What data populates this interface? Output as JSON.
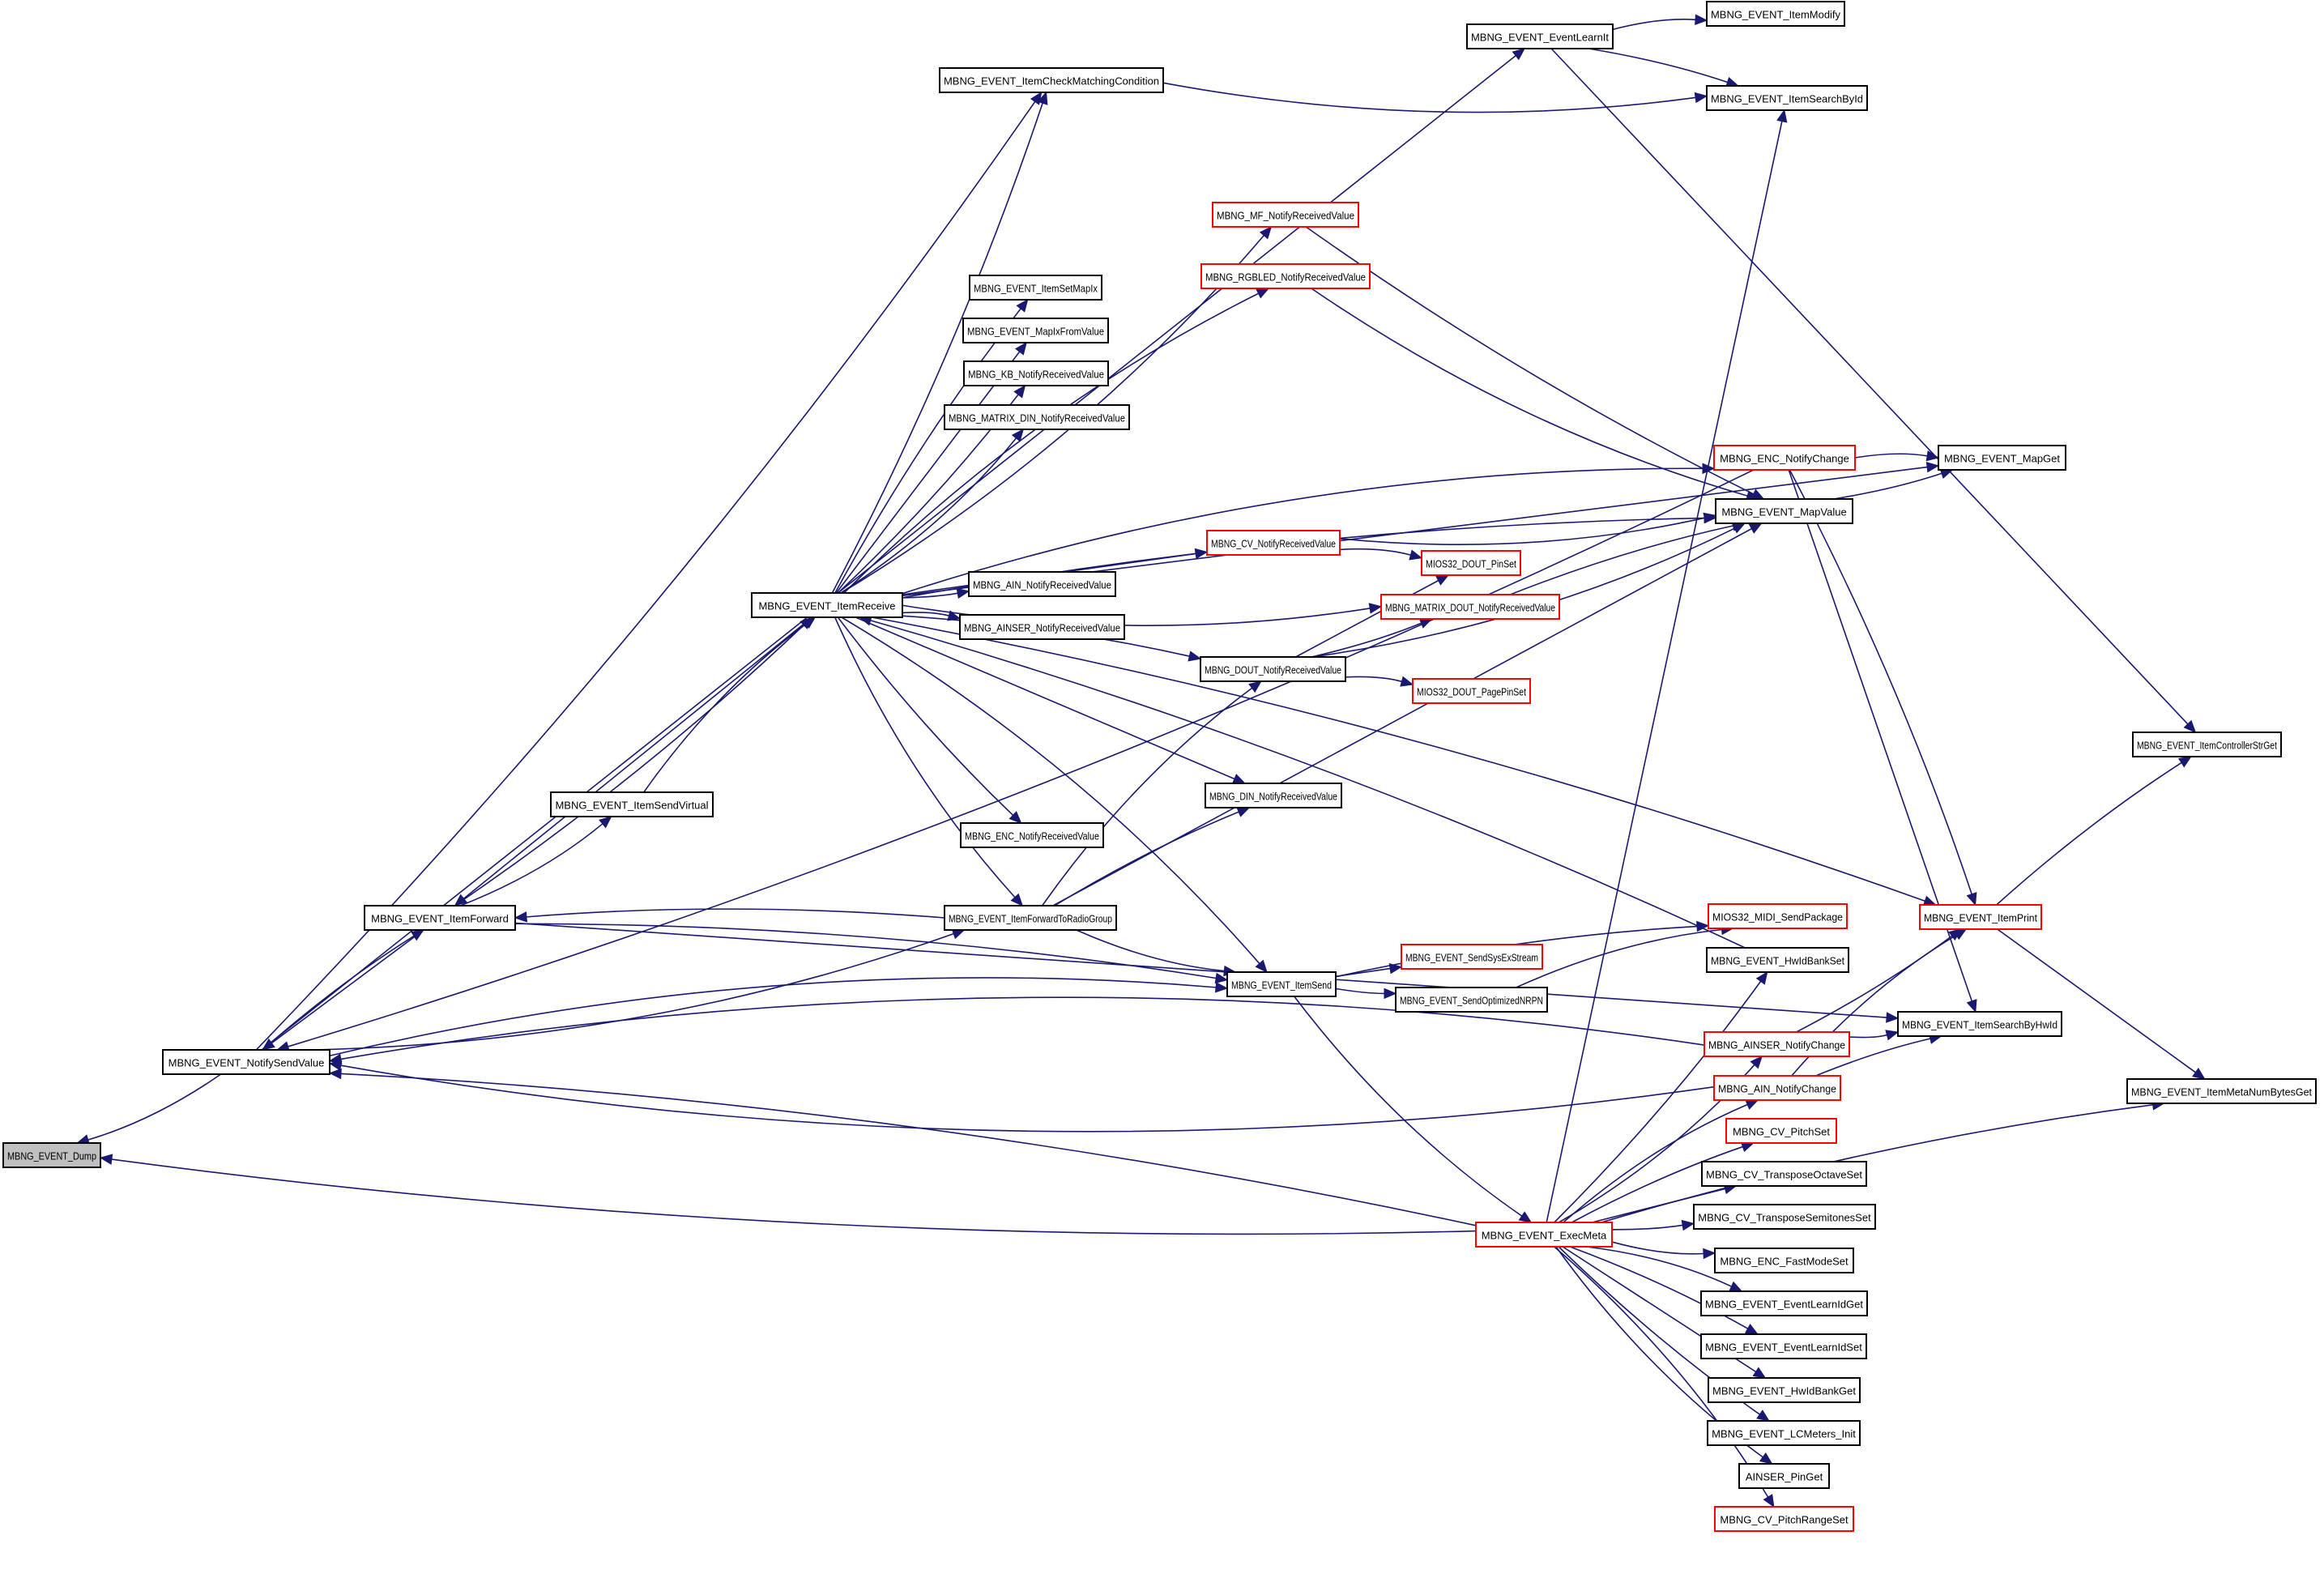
{
  "diagram": {
    "type": "call-graph",
    "colors": {
      "edge": "#191970",
      "normal_border": "#000000",
      "truncated_border": "#ff0000",
      "root_fill": "#bfbfbf"
    },
    "nodes": [
      {
        "id": "dump",
        "label": "MBNG_EVENT_Dump",
        "style": "root"
      },
      {
        "id": "notifysend",
        "label": "MBNG_EVENT_NotifySendValue",
        "style": "normal"
      },
      {
        "id": "forward",
        "label": "MBNG_EVENT_ItemForward",
        "style": "normal"
      },
      {
        "id": "sendvirtual",
        "label": "MBNG_EVENT_ItemSendVirtual",
        "style": "normal"
      },
      {
        "id": "receive",
        "label": "MBNG_EVENT_ItemReceive",
        "style": "normal"
      },
      {
        "id": "checkmatch",
        "label": "MBNG_EVENT_ItemCheckMatchingCondition",
        "style": "normal"
      },
      {
        "id": "eventlearn",
        "label": "MBNG_EVENT_EventLearnIt",
        "style": "normal"
      },
      {
        "id": "itemmodify",
        "label": "MBNG_EVENT_ItemModify",
        "style": "normal"
      },
      {
        "id": "searchbyid",
        "label": "MBNG_EVENT_ItemSearchById",
        "style": "normal"
      },
      {
        "id": "mf",
        "label": "MBNG_MF_NotifyReceivedValue",
        "style": "red"
      },
      {
        "id": "rgbled",
        "label": "MBNG_RGBLED_NotifyReceivedValue",
        "style": "red"
      },
      {
        "id": "setmapix",
        "label": "MBNG_EVENT_ItemSetMapIx",
        "style": "normal"
      },
      {
        "id": "mapixfrom",
        "label": "MBNG_EVENT_MapIxFromValue",
        "style": "normal"
      },
      {
        "id": "kb",
        "label": "MBNG_KB_NotifyReceivedValue",
        "style": "normal"
      },
      {
        "id": "matrixdin",
        "label": "MBNG_MATRIX_DIN_NotifyReceivedValue",
        "style": "normal"
      },
      {
        "id": "encchange",
        "label": "MBNG_ENC_NotifyChange",
        "style": "red"
      },
      {
        "id": "mapget",
        "label": "MBNG_EVENT_MapGet",
        "style": "normal"
      },
      {
        "id": "mapvalue",
        "label": "MBNG_EVENT_MapValue",
        "style": "normal"
      },
      {
        "id": "cvrecv",
        "label": "MBNG_CV_NotifyReceivedValue",
        "style": "red"
      },
      {
        "id": "doutpinset",
        "label": "MIOS32_DOUT_PinSet",
        "style": "red"
      },
      {
        "id": "ainrecv",
        "label": "MBNG_AIN_NotifyReceivedValue",
        "style": "normal"
      },
      {
        "id": "matrixdout",
        "label": "MBNG_MATRIX_DOUT_NotifyReceivedValue",
        "style": "red"
      },
      {
        "id": "ainserrecv",
        "label": "MBNG_AINSER_NotifyReceivedValue",
        "style": "normal"
      },
      {
        "id": "doutrecv",
        "label": "MBNG_DOUT_NotifyReceivedValue",
        "style": "normal"
      },
      {
        "id": "pagepinset",
        "label": "MIOS32_DOUT_PagePinSet",
        "style": "red"
      },
      {
        "id": "controllerstr",
        "label": "MBNG_EVENT_ItemControllerStrGet",
        "style": "normal"
      },
      {
        "id": "dinrecv",
        "label": "MBNG_DIN_NotifyReceivedValue",
        "style": "normal"
      },
      {
        "id": "encrecv",
        "label": "MBNG_ENC_NotifyReceivedValue",
        "style": "normal"
      },
      {
        "id": "radiogroup",
        "label": "MBNG_EVENT_ItemForwardToRadioGroup",
        "style": "normal"
      },
      {
        "id": "midisend",
        "label": "MIOS32_MIDI_SendPackage",
        "style": "red"
      },
      {
        "id": "itemprint",
        "label": "MBNG_EVENT_ItemPrint",
        "style": "red"
      },
      {
        "id": "sysex",
        "label": "MBNG_EVENT_SendSysExStream",
        "style": "red"
      },
      {
        "id": "hwidbankset",
        "label": "MBNG_EVENT_HwIdBankSet",
        "style": "normal"
      },
      {
        "id": "itemsend",
        "label": "MBNG_EVENT_ItemSend",
        "style": "normal"
      },
      {
        "id": "nrpn",
        "label": "MBNG_EVENT_SendOptimizedNRPN",
        "style": "normal"
      },
      {
        "id": "ainserchange",
        "label": "MBNG_AINSER_NotifyChange",
        "style": "red"
      },
      {
        "id": "searchbyhwid",
        "label": "MBNG_EVENT_ItemSearchByHwId",
        "style": "normal"
      },
      {
        "id": "ainchange",
        "label": "MBNG_AIN_NotifyChange",
        "style": "red"
      },
      {
        "id": "metanumbytes",
        "label": "MBNG_EVENT_ItemMetaNumBytesGet",
        "style": "normal"
      },
      {
        "id": "pitchset",
        "label": "MBNG_CV_PitchSet",
        "style": "red"
      },
      {
        "id": "transoct",
        "label": "MBNG_CV_TransposeOctaveSet",
        "style": "normal"
      },
      {
        "id": "execmeta",
        "label": "MBNG_EVENT_ExecMeta",
        "style": "red"
      },
      {
        "id": "transsemi",
        "label": "MBNG_CV_TransposeSemitonesSet",
        "style": "normal"
      },
      {
        "id": "fastmode",
        "label": "MBNG_ENC_FastModeSet",
        "style": "normal"
      },
      {
        "id": "learnidget",
        "label": "MBNG_EVENT_EventLearnIdGet",
        "style": "normal"
      },
      {
        "id": "learnidset",
        "label": "MBNG_EVENT_EventLearnIdSet",
        "style": "normal"
      },
      {
        "id": "hwidbankget",
        "label": "MBNG_EVENT_HwIdBankGet",
        "style": "normal"
      },
      {
        "id": "lcmeters",
        "label": "MBNG_EVENT_LCMeters_Init",
        "style": "normal"
      },
      {
        "id": "ainserpinget",
        "label": "AINSER_PinGet",
        "style": "normal"
      },
      {
        "id": "pitchrange",
        "label": "MBNG_CV_PitchRangeSet",
        "style": "red"
      }
    ],
    "edges": [
      [
        "notifysend",
        "dump"
      ],
      [
        "execmeta",
        "dump"
      ],
      [
        "forward",
        "notifysend"
      ],
      [
        "execmeta",
        "notifysend"
      ],
      [
        "ainserchange",
        "notifysend"
      ],
      [
        "ainchange",
        "notifysend"
      ],
      [
        "encchange",
        "notifysend"
      ],
      [
        "notifysend",
        "eventlearn"
      ],
      [
        "notifysend",
        "checkmatch"
      ],
      [
        "notifysend",
        "radiogroup"
      ],
      [
        "notifysend",
        "itemsend"
      ],
      [
        "notifysend",
        "forward"
      ],
      [
        "receive",
        "forward"
      ],
      [
        "forward",
        "receive"
      ],
      [
        "forward",
        "sendvirtual"
      ],
      [
        "sendvirtual",
        "receive"
      ],
      [
        "forward",
        "itemsend"
      ],
      [
        "forward",
        "searchbyhwid"
      ],
      [
        "radiogroup",
        "forward"
      ],
      [
        "radiogroup",
        "itemsend"
      ],
      [
        "radiogroup",
        "doutrecv"
      ],
      [
        "radiogroup",
        "dinrecv"
      ],
      [
        "radiogroup",
        "mapvalue"
      ],
      [
        "receive",
        "checkmatch"
      ],
      [
        "receive",
        "mf"
      ],
      [
        "receive",
        "rgbled"
      ],
      [
        "receive",
        "setmapix"
      ],
      [
        "receive",
        "mapixfrom"
      ],
      [
        "receive",
        "kb"
      ],
      [
        "receive",
        "matrixdin"
      ],
      [
        "receive",
        "encchange"
      ],
      [
        "receive",
        "mapvalue"
      ],
      [
        "receive",
        "cvrecv"
      ],
      [
        "receive",
        "ainrecv"
      ],
      [
        "receive",
        "matrixdout"
      ],
      [
        "receive",
        "ainserrecv"
      ],
      [
        "receive",
        "doutrecv"
      ],
      [
        "receive",
        "dinrecv"
      ],
      [
        "receive",
        "encrecv"
      ],
      [
        "receive",
        "radiogroup"
      ],
      [
        "receive",
        "itemsend"
      ],
      [
        "receive",
        "itemprint"
      ],
      [
        "receive",
        "mapget"
      ],
      [
        "hwidbankset",
        "receive"
      ],
      [
        "checkmatch",
        "searchbyid"
      ],
      [
        "eventlearn",
        "itemmodify"
      ],
      [
        "eventlearn",
        "searchbyid"
      ],
      [
        "eventlearn",
        "controllerstr"
      ],
      [
        "mf",
        "mapvalue"
      ],
      [
        "rgbled",
        "mapvalue"
      ],
      [
        "encchange",
        "mapget"
      ],
      [
        "encchange",
        "itemprint"
      ],
      [
        "encchange",
        "searchbyhwid"
      ],
      [
        "mapvalue",
        "mapget"
      ],
      [
        "cvrecv",
        "mapvalue"
      ],
      [
        "cvrecv",
        "doutpinset"
      ],
      [
        "matrixdout",
        "mapvalue"
      ],
      [
        "doutrecv",
        "doutpinset"
      ],
      [
        "doutrecv",
        "matrixdout"
      ],
      [
        "doutrecv",
        "mapvalue"
      ],
      [
        "doutrecv",
        "pagepinset"
      ],
      [
        "itemsend",
        "midisend"
      ],
      [
        "itemsend",
        "sysex"
      ],
      [
        "itemsend",
        "nrpn"
      ],
      [
        "itemsend",
        "execmeta"
      ],
      [
        "nrpn",
        "midisend"
      ],
      [
        "itemprint",
        "controllerstr"
      ],
      [
        "itemprint",
        "metanumbytes"
      ],
      [
        "ainserchange",
        "itemprint"
      ],
      [
        "ainserchange",
        "searchbyhwid"
      ],
      [
        "ainchange",
        "itemprint"
      ],
      [
        "ainchange",
        "searchbyhwid"
      ],
      [
        "execmeta",
        "searchbyid"
      ],
      [
        "execmeta",
        "hwidbankset"
      ],
      [
        "execmeta",
        "ainserchange"
      ],
      [
        "execmeta",
        "ainchange"
      ],
      [
        "execmeta",
        "pitchset"
      ],
      [
        "execmeta",
        "transoct"
      ],
      [
        "execmeta",
        "transsemi"
      ],
      [
        "execmeta",
        "fastmode"
      ],
      [
        "execmeta",
        "learnidget"
      ],
      [
        "execmeta",
        "learnidset"
      ],
      [
        "execmeta",
        "hwidbankget"
      ],
      [
        "execmeta",
        "lcmeters"
      ],
      [
        "execmeta",
        "ainserpinget"
      ],
      [
        "execmeta",
        "pitchrange"
      ],
      [
        "execmeta",
        "metanumbytes"
      ]
    ]
  }
}
